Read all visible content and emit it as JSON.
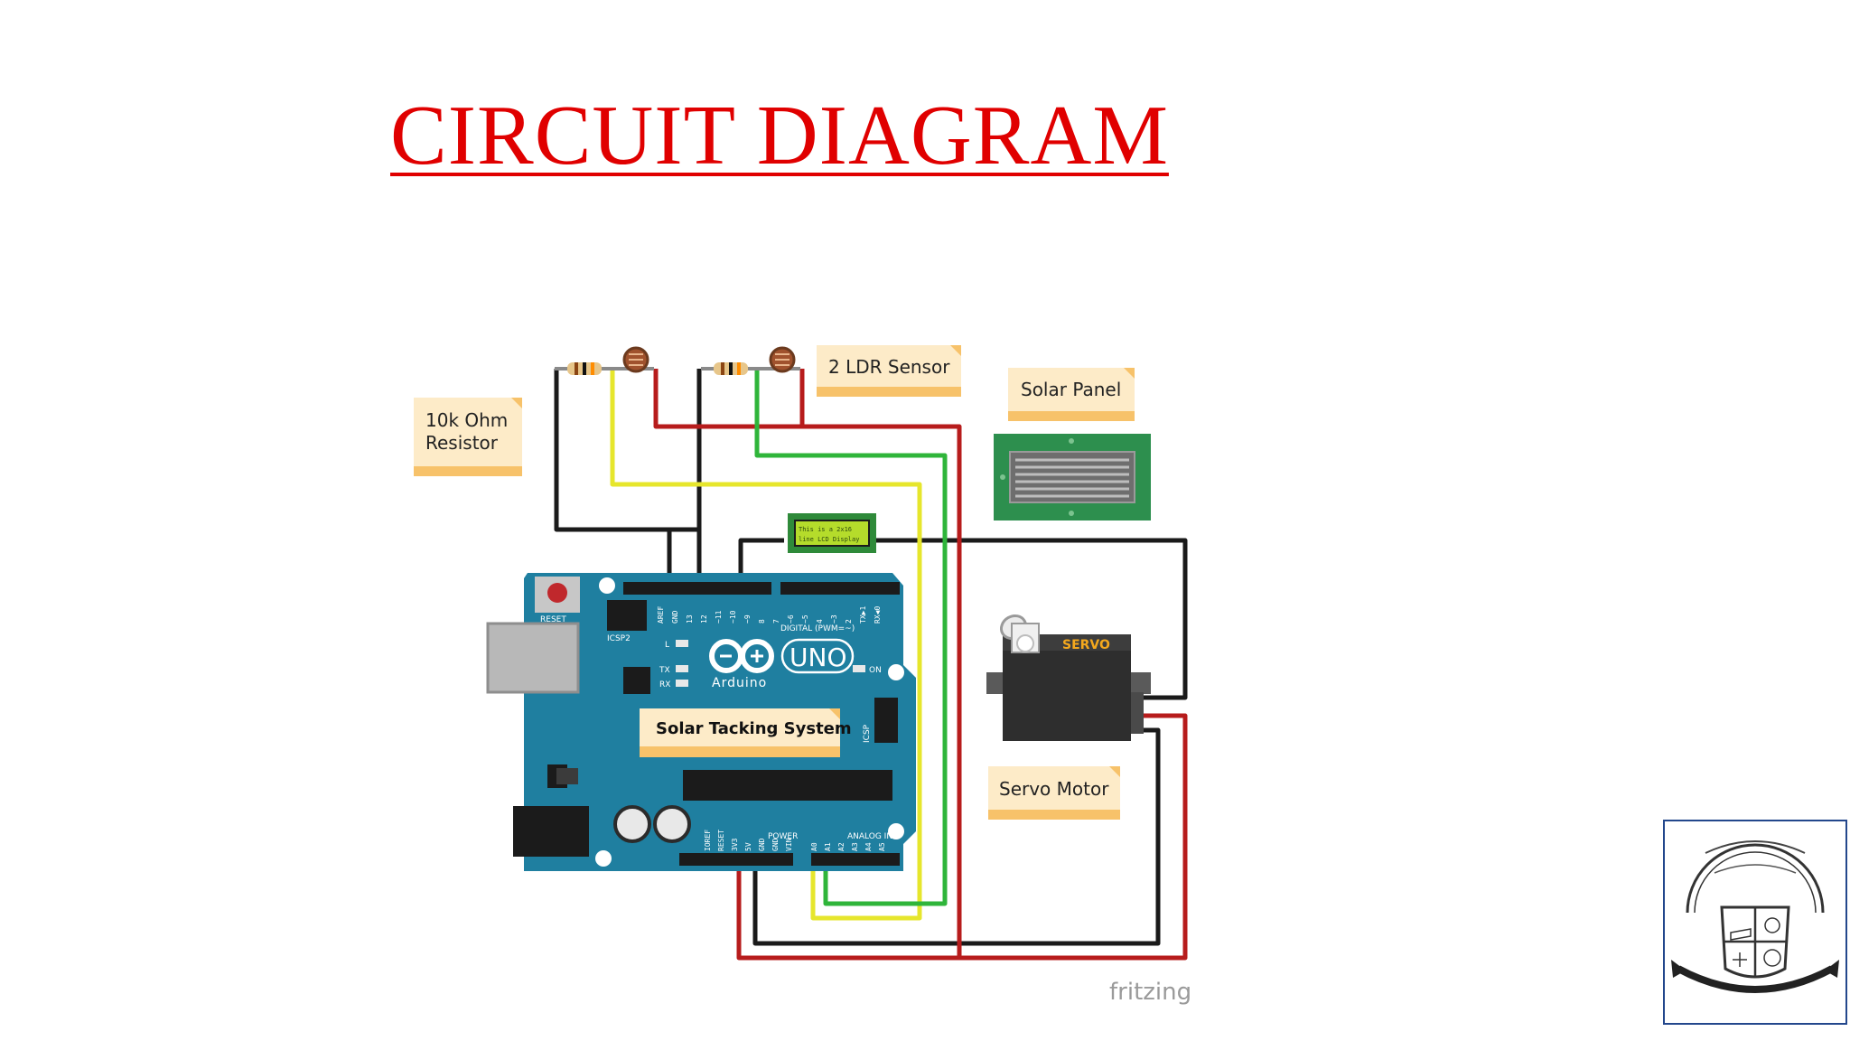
{
  "slide": {
    "title": "CIRCUIT DIAGRAM"
  },
  "labels": {
    "resistor": [
      "10k Ohm",
      "Resistor"
    ],
    "ldr": "2 LDR Sensor",
    "solar_panel": "Solar Panel",
    "servo_motor": "Servo Motor",
    "system": "Solar Tacking System",
    "fritzing": "fritzing"
  },
  "arduino": {
    "reset": "RESET",
    "icsp2": "ICSP2",
    "icsp": "ICSP",
    "digital": "DIGITAL (PWM=~)",
    "brand": "UNO",
    "maker": "Arduino",
    "led_l": "L",
    "led_tx": "TX",
    "led_rx": "RX",
    "led_on": "ON",
    "power": "POWER",
    "analog": "ANALOG IN",
    "digital_pins": [
      "AREF",
      "GND",
      "13",
      "12",
      "~11",
      "~10",
      "~9",
      "8",
      "7",
      "~6",
      "~5",
      "4",
      "~3",
      "2",
      "TX▶1",
      "RX◀0"
    ],
    "power_pins": [
      "IOREF",
      "RESET",
      "3V3",
      "5V",
      "GND",
      "GND",
      "VIN"
    ],
    "analog_pins": [
      "A0",
      "A1",
      "A2",
      "A3",
      "A4",
      "A5"
    ]
  },
  "lcd": {
    "line1": "This is a 2x16",
    "line2": "line LCD Display"
  },
  "servo": {
    "label": "SERVO"
  },
  "colors": {
    "title": "#e00000",
    "board": "#1f7fa0",
    "wire_black": "#1a1a1a",
    "wire_red": "#b71c1c",
    "wire_yellow": "#e6e62c",
    "wire_green": "#2fb53a",
    "note": "#fdebc8",
    "note_band": "#f7c26a"
  }
}
